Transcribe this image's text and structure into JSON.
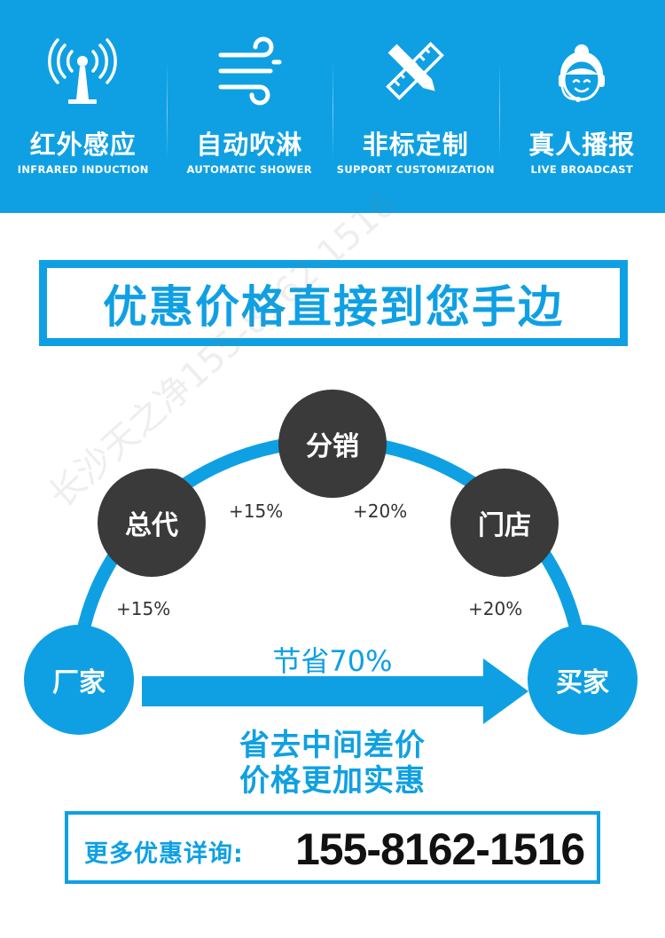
{
  "features": [
    {
      "icon": "infrared-signal-icon",
      "cn": "红外感应",
      "en": "INFRARED INDUCTION"
    },
    {
      "icon": "wind-shower-icon",
      "cn": "自动吹淋",
      "en": "AUTOMATIC SHOWER"
    },
    {
      "icon": "ruler-pencil-icon",
      "cn": "非标定制",
      "en": "SUPPORT CUSTOMIZATION"
    },
    {
      "icon": "headset-operator-icon",
      "cn": "真人播报",
      "en": "LIVE BROADCAST"
    }
  ],
  "headline": "优惠价格直接到您手边",
  "diagram": {
    "nodes": {
      "factory": "厂家",
      "general_agent": "总代",
      "distribution": "分销",
      "store": "门店",
      "buyer": "买家"
    },
    "markups": {
      "factory_to_agent": "+15%",
      "agent_to_distribution": "+15%",
      "distribution_to_store": "+20%",
      "store_to_buyer": "+20%"
    },
    "savings": "节省70%",
    "slogan_line1": "省去中间差价",
    "slogan_line2": "价格更加实惠"
  },
  "contact": {
    "label": "更多优惠详询:",
    "phone": "155-8162-1516"
  },
  "watermark": "长沙天之净155-8162-1516",
  "colors": {
    "brand_blue": "#0fa0e3",
    "node_dark": "#3a3a3a"
  }
}
